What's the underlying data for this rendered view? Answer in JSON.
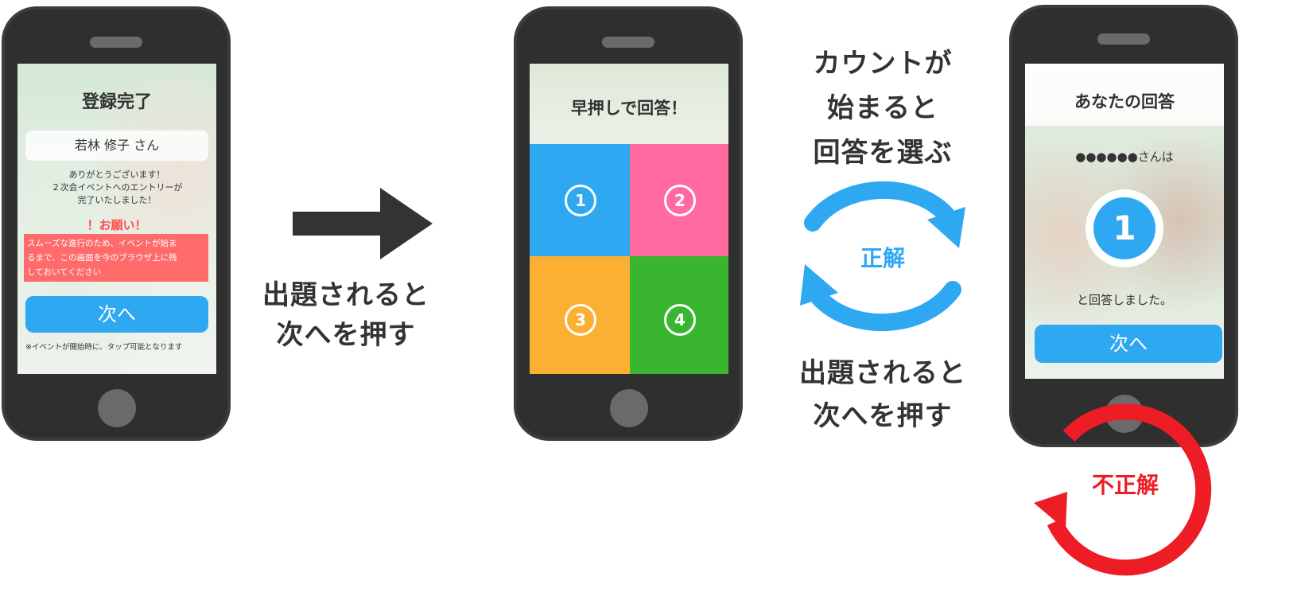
{
  "phone1": {
    "title": "登録完了",
    "name": "若林 修子 さん",
    "thanks": [
      "ありがとうございます！",
      "２次会イベントへのエントリーが",
      "完了いたしました！"
    ],
    "request_heading": "！お願い！",
    "request_body": [
      "スムーズな進行のため、イベントが始ま",
      "るまで、この画面を今のブラウザ上に残",
      "しておいてください"
    ],
    "next_button": "次へ",
    "note": "※イベントが開始時に、タップ可能となります"
  },
  "step1_label": [
    "出題されると",
    "次へを押す"
  ],
  "phone2": {
    "title": "早押しで回答！",
    "options": [
      {
        "label": "1",
        "color": "#2fa8f2"
      },
      {
        "label": "2",
        "color": "#ff6aa0"
      },
      {
        "label": "3",
        "color": "#fbb033"
      },
      {
        "label": "4",
        "color": "#3ab52f"
      }
    ]
  },
  "count_label": [
    "カウントが",
    "始まると",
    "回答を選ぶ"
  ],
  "correct_label": "正解",
  "step3_label": [
    "出題されると",
    "次へを押す"
  ],
  "phone3": {
    "title": "あなたの回答",
    "user_line": "●●●●●●さんは",
    "answer_number": "1",
    "answered": "と回答しました。",
    "next_button": "次へ"
  },
  "incorrect_label": "不正解",
  "colors": {
    "arrow_dark": "#333333",
    "cycle_blue": "#2fa8f2",
    "incorrect_red": "#ee1c25"
  }
}
